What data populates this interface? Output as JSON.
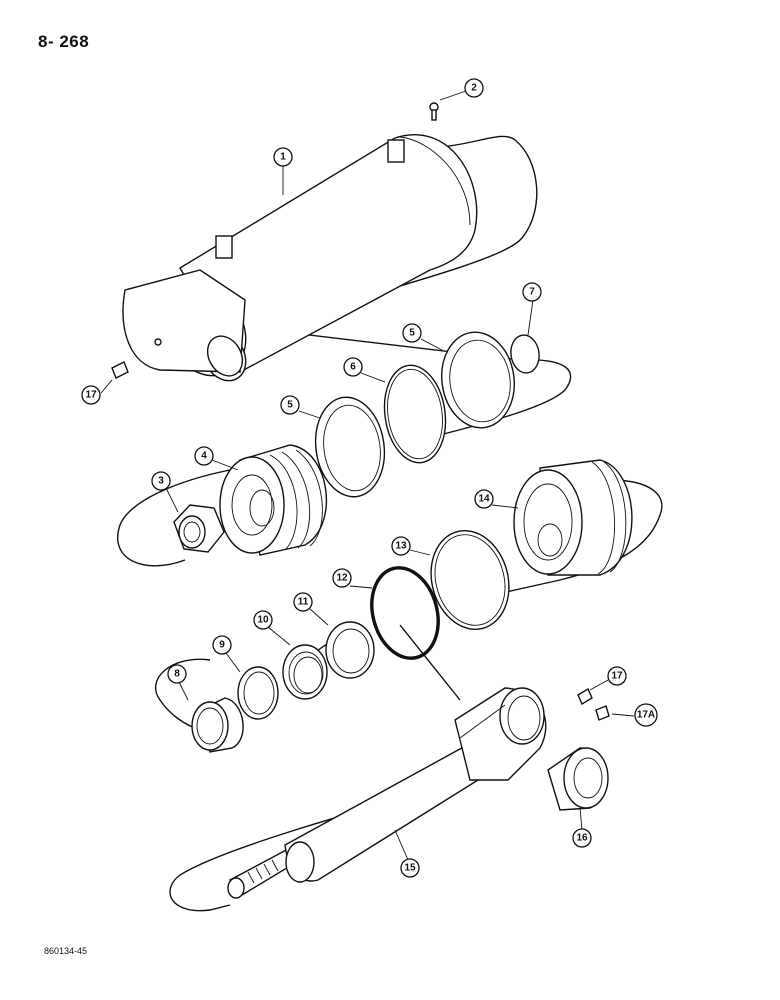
{
  "header": {
    "page_number": "8- 268"
  },
  "footer": {
    "drawing_code": "860134-45"
  },
  "callouts": [
    {
      "id": "1",
      "label": "1"
    },
    {
      "id": "2",
      "label": "2"
    },
    {
      "id": "3",
      "label": "3"
    },
    {
      "id": "4",
      "label": "4"
    },
    {
      "id": "5a",
      "label": "5"
    },
    {
      "id": "5b",
      "label": "5"
    },
    {
      "id": "6",
      "label": "6"
    },
    {
      "id": "7",
      "label": "7"
    },
    {
      "id": "8",
      "label": "8"
    },
    {
      "id": "9",
      "label": "9"
    },
    {
      "id": "10",
      "label": "10"
    },
    {
      "id": "11",
      "label": "11"
    },
    {
      "id": "12",
      "label": "12"
    },
    {
      "id": "13",
      "label": "13"
    },
    {
      "id": "14",
      "label": "14"
    },
    {
      "id": "15",
      "label": "15"
    },
    {
      "id": "16",
      "label": "16"
    },
    {
      "id": "17a",
      "label": "17"
    },
    {
      "id": "17b",
      "label": "17"
    },
    {
      "id": "17c",
      "label": "17A"
    }
  ]
}
